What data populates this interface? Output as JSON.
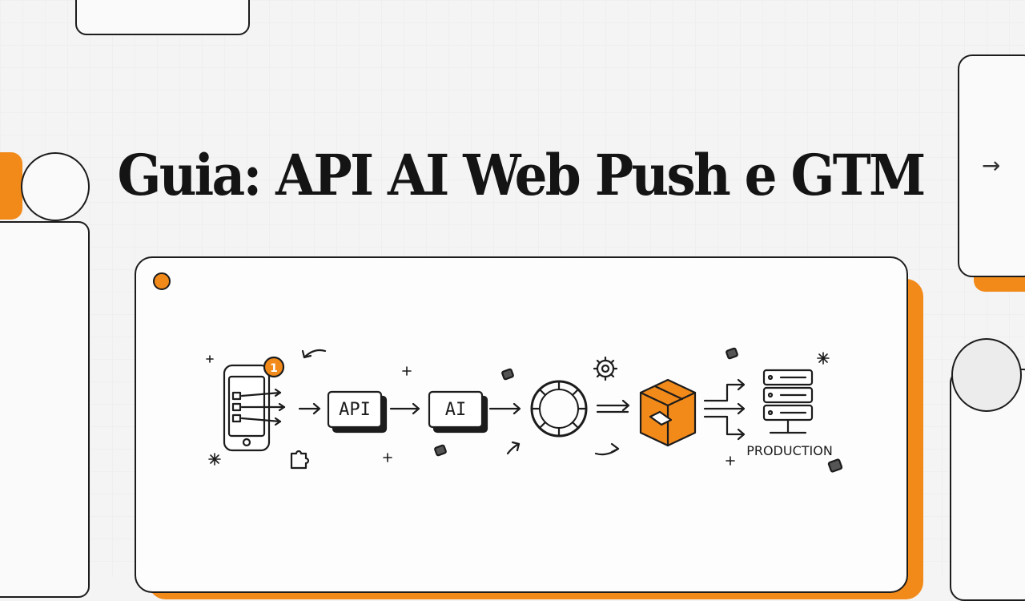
{
  "slide": {
    "title": "Guia: API AI Web Push e GTM",
    "accent_color": "#f28a1a",
    "ink_color": "#1c1c1c"
  },
  "diagram": {
    "nodes": [
      {
        "id": "phone",
        "icon": "smartphone-notification-icon",
        "badge": "1"
      },
      {
        "id": "api",
        "label": "API"
      },
      {
        "id": "ai",
        "label": "AI"
      },
      {
        "id": "ring",
        "icon": "processing-ring-icon"
      },
      {
        "id": "package",
        "icon": "package-box-icon"
      },
      {
        "id": "server",
        "icon": "server-rack-icon",
        "label": "PRODUCTION"
      }
    ]
  },
  "nav": {
    "next_icon": "→"
  }
}
